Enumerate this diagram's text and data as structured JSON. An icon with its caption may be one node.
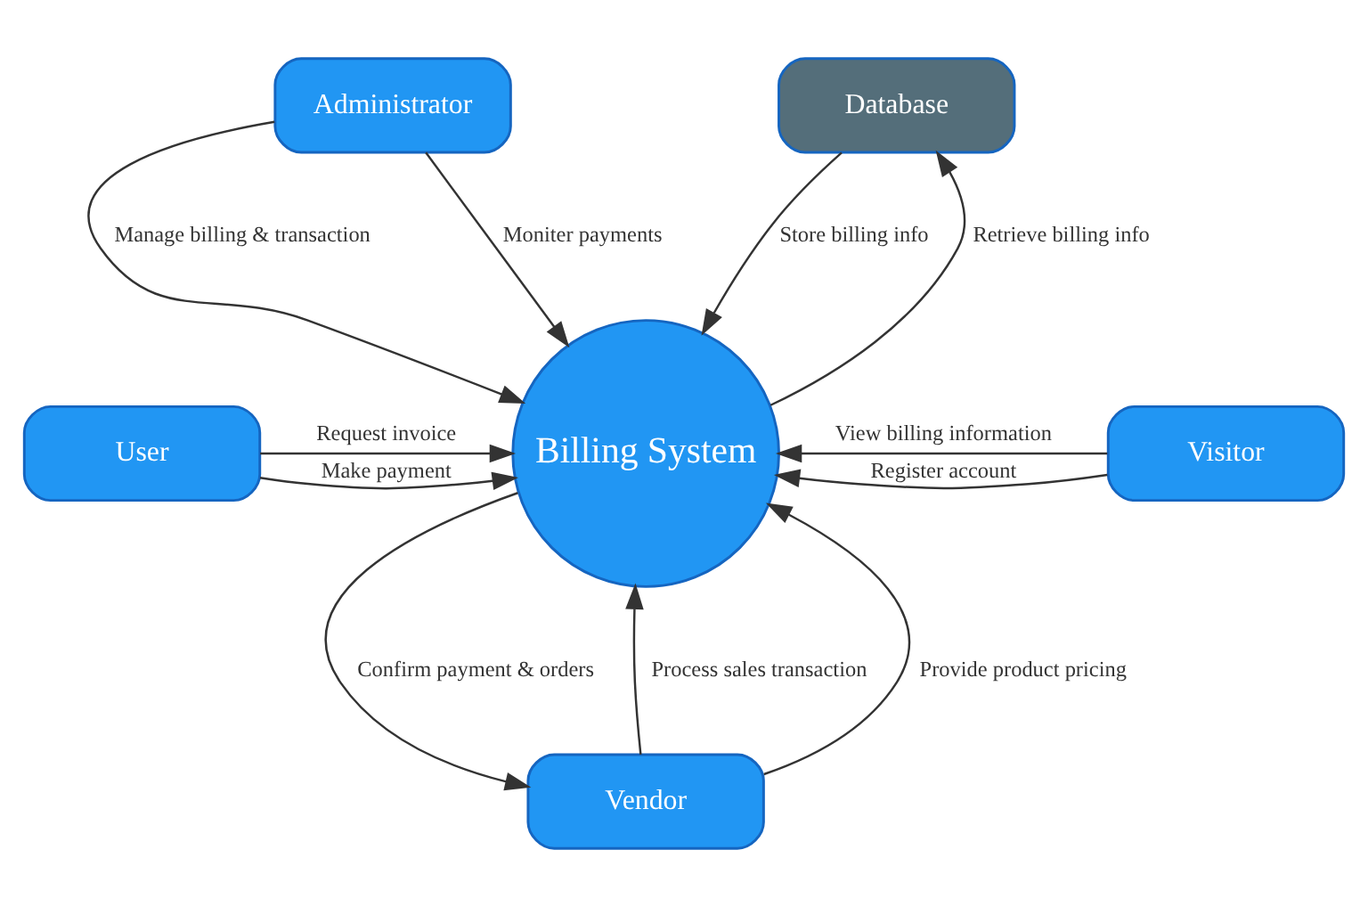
{
  "diagram": {
    "nodes": [
      {
        "text": [
          "Administrator"
        ]
      },
      {
        "text": [
          "Database"
        ]
      },
      {
        "text": [
          "User"
        ]
      },
      {
        "text": [
          "Billing System"
        ]
      },
      {
        "text": [
          "Visitor"
        ]
      },
      {
        "text": [
          "Vendor"
        ]
      }
    ],
    "edges": [
      {
        "from": 0,
        "to": 3,
        "arrow": "to",
        "label": "Manage billing & transaction"
      },
      {
        "from": 0,
        "to": 3,
        "arrow": "to",
        "label": "Moniter payments"
      },
      {
        "from": 3,
        "to": 1,
        "arrow": "to",
        "label": "Retrieve billing info"
      },
      {
        "from": 1,
        "to": 3,
        "arrow": "to",
        "label": "Store billing info"
      },
      {
        "from": 2,
        "to": 3,
        "arrow": "to",
        "label": "Make payment"
      },
      {
        "from": 2,
        "to": 3,
        "arrow": "to",
        "label": "Request invoice"
      },
      {
        "from": 4,
        "to": 3,
        "arrow": "to",
        "label": "View billing information"
      },
      {
        "from": 4,
        "to": 3,
        "arrow": "to",
        "label": "Register account"
      },
      {
        "from": 5,
        "to": 3,
        "arrow": "to",
        "label": "Process sales transaction"
      },
      {
        "from": 5,
        "to": 3,
        "arrow": "to",
        "label": "Provide product pricing"
      },
      {
        "from": 3,
        "to": 5,
        "arrow": "to",
        "label": "Confirm payment & orders"
      }
    ]
  }
}
